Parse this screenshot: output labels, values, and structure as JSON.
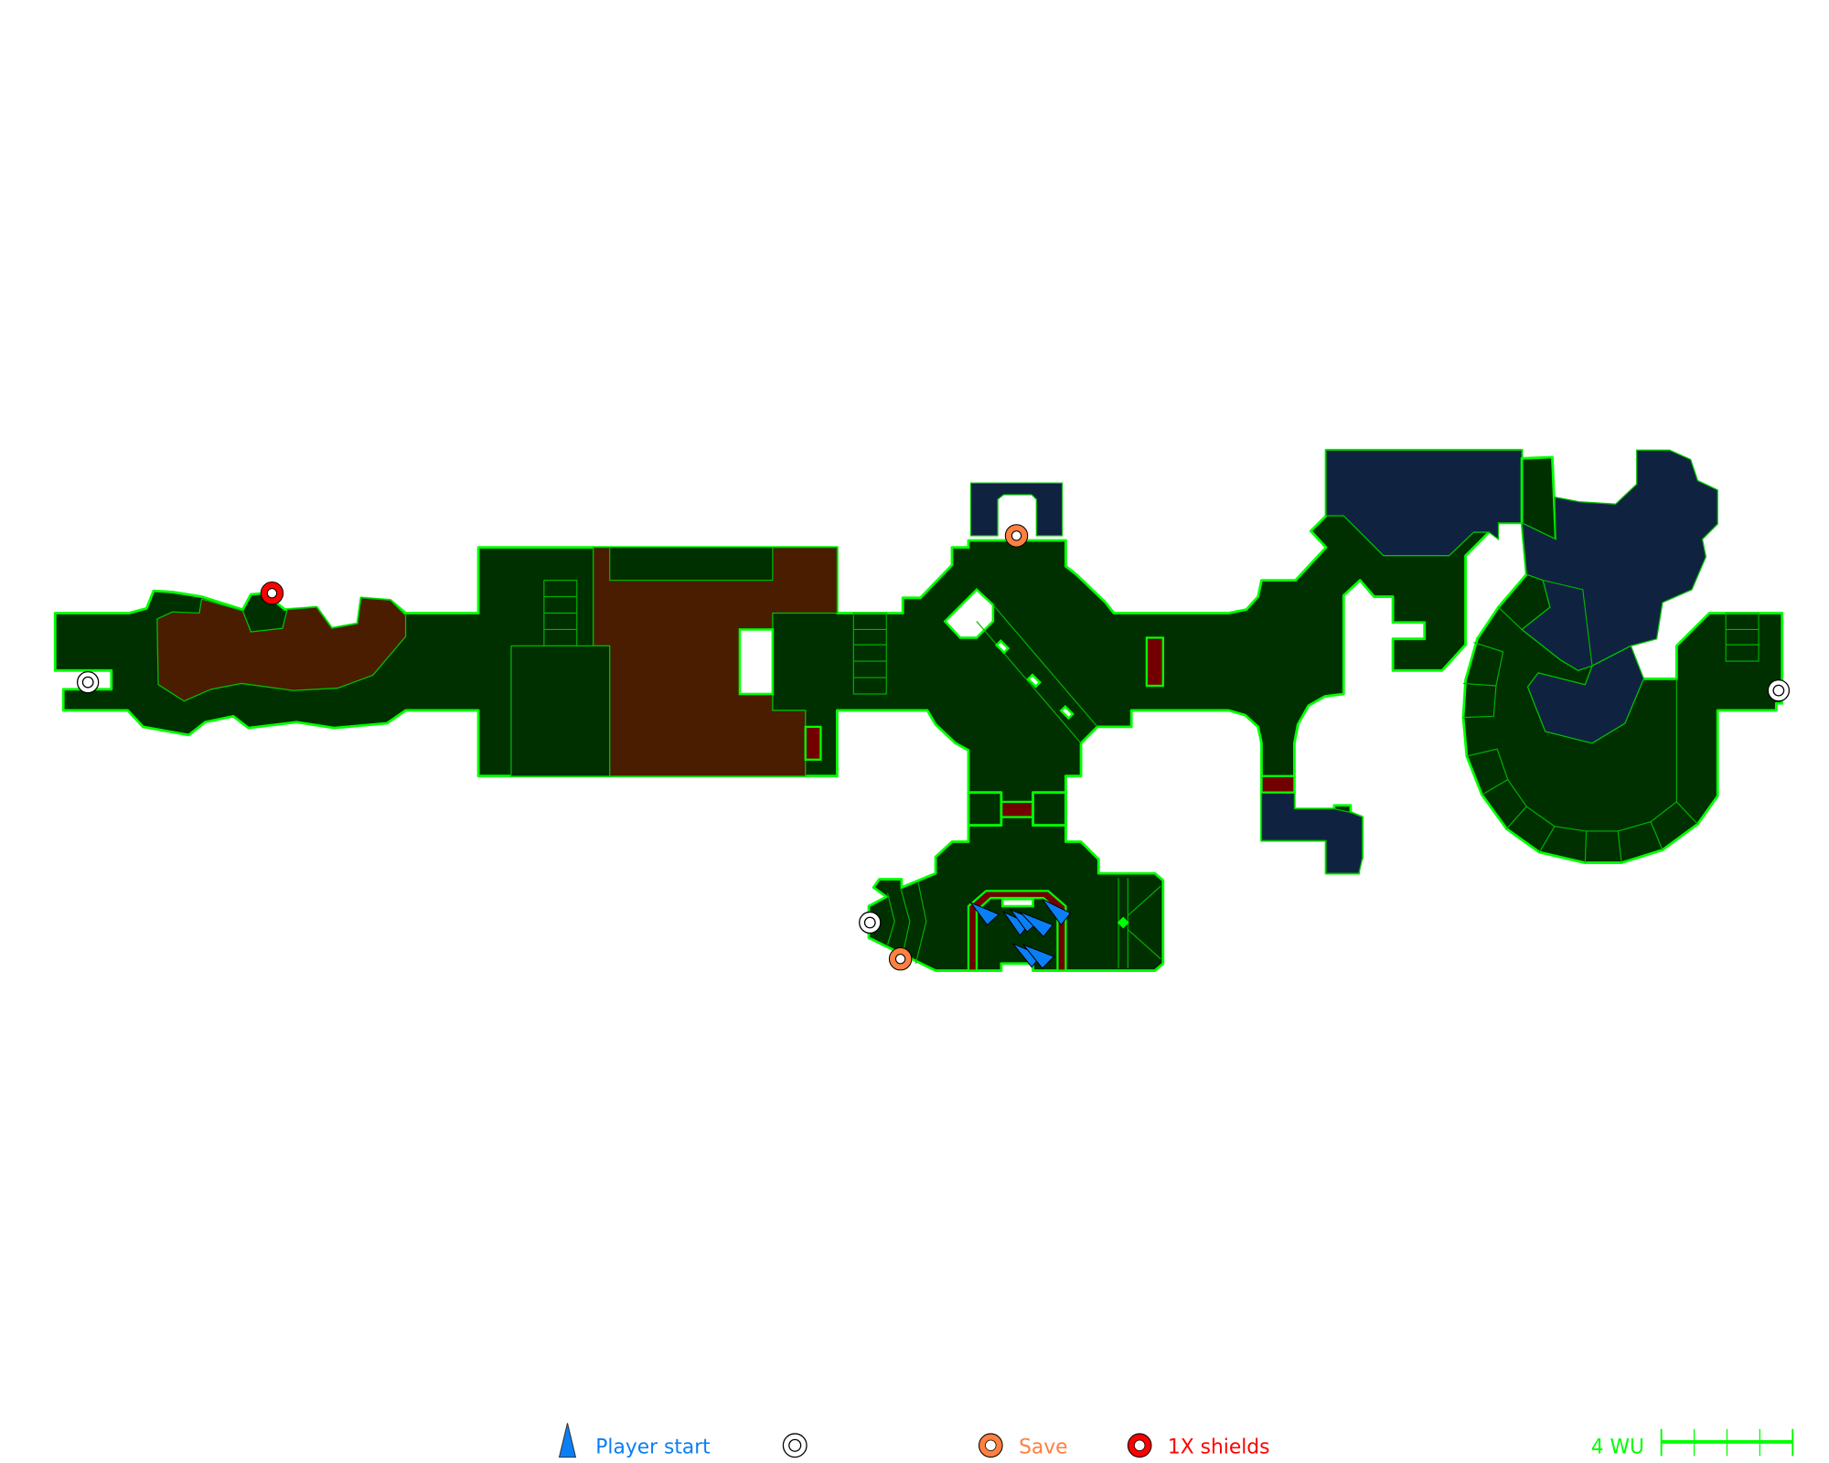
{
  "map": {
    "colors": {
      "floor": "#003000",
      "outline": "#00ff00",
      "water": "#0f2340",
      "lava": "#4a1c00",
      "door": "#720000",
      "player_start": "#0a7ff5",
      "save": "#ff8040",
      "shields": "#ff0000"
    }
  },
  "legend": {
    "player_start_label": "Player start",
    "save_label": "Save",
    "shields_label": "1X shields",
    "scale_label": "4 WU"
  }
}
